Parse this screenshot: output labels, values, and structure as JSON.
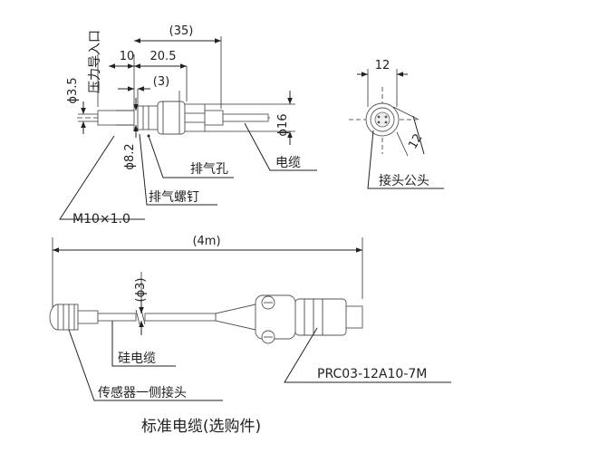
{
  "diagram": {
    "top_view": {
      "dim_overall": "(35)",
      "dim_10": "10",
      "dim_20_5": "20.5",
      "dim_3": "(3)",
      "dim_port_dia": "ϕ3.5",
      "port_label": "压力导入口",
      "dim_dia16": "ϕ16",
      "dim_dia8_2": "ϕ8.2",
      "label_vent_hole": "排气孔",
      "label_cable": "电缆",
      "label_vent_screw": "排气螺钉",
      "label_thread": "M10×1.0"
    },
    "end_view": {
      "dim_width": "12",
      "dim_diag": "12",
      "label_connector": "接头公头"
    },
    "cable_view": {
      "dim_length": "(4m)",
      "dim_dia3": "(ϕ3)",
      "label_silicone_cable": "硅电缆",
      "label_part_no": "PRC03-12A10-7M",
      "label_sensor_connector": "传感器一侧接头"
    },
    "caption": "标准电缆(选购件)"
  }
}
